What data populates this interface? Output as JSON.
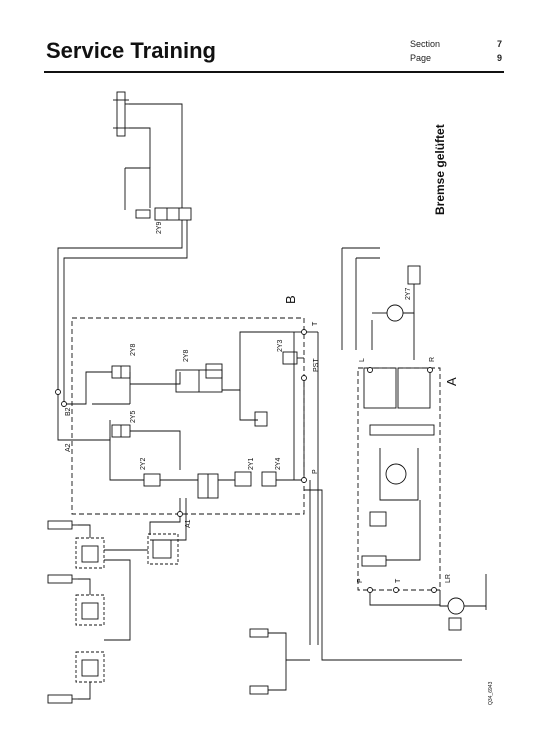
{
  "header": {
    "title": "Service Training",
    "section_label": "Section",
    "section_value": "7",
    "page_label": "Page",
    "page_value": "9"
  },
  "diagram": {
    "side_title": "Bremse gelüftet",
    "big_labels": {
      "b": "B",
      "a": "A"
    },
    "valves": {
      "v2y9": "2Y9",
      "v2y8a": "2Y8",
      "v2y8b": "2Y8",
      "v2y5": "2Y5",
      "v2y3": "2Y3",
      "v2y2": "2Y2",
      "v2y1": "2Y1",
      "v2y4": "2Y4",
      "v2y7": "2Y7"
    },
    "ports": {
      "t_top": "T",
      "pst": "PST",
      "p_mid": "P",
      "b2": "B2",
      "a2": "A2",
      "a1": "A1",
      "l": "L",
      "r": "R",
      "p_low": "P",
      "t_low": "T",
      "lr": "LR"
    },
    "footer_code": "Q34_6943"
  }
}
